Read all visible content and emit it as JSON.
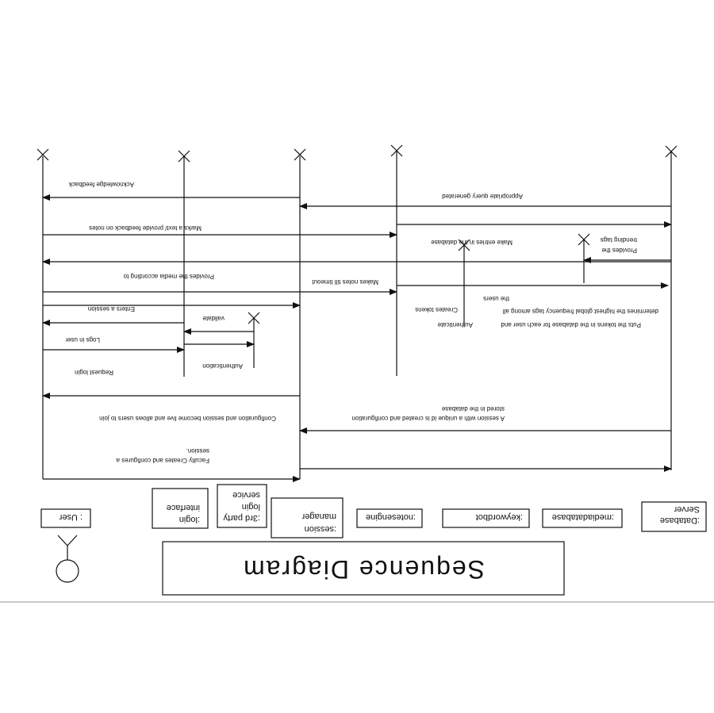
{
  "diagram": {
    "title": "Sequence Diagram",
    "participants": [
      {
        "label": ":Database Server"
      },
      {
        "label": ":mediadatabase"
      },
      {
        "label": ":keywordbot"
      },
      {
        "label": ":notesengine"
      },
      {
        "label": ":session manager"
      },
      {
        "label": ":3rd party login service"
      },
      {
        "label": ":login interface"
      },
      {
        "label": ": User"
      }
    ],
    "messages": [
      {
        "text": "Faculty Creates and configures a session."
      },
      {
        "text": "A session with a unique id is created and configuration stored in the database"
      },
      {
        "text": "Configuration and session become live and allows users to join"
      },
      {
        "text": "Request login"
      },
      {
        "text": "Authentication"
      },
      {
        "text": "validate"
      },
      {
        "text": "Logs in user"
      },
      {
        "text": "Enters a session"
      },
      {
        "text": "Makes notes till timeout"
      },
      {
        "text": "Provides the media according to"
      },
      {
        "text": "Marks a text/ provide feedback on notes"
      },
      {
        "text": "Acknowledge feedback"
      },
      {
        "text": "Authenticate"
      },
      {
        "text": "Creates tokens"
      },
      {
        "text": "Puts the tokens in the database for each user and determines the highest global frequency tags among all the users"
      },
      {
        "text": "Make entries in the database"
      },
      {
        "text": "Provides the trending tags"
      },
      {
        "text": "Appropriate query generated"
      }
    ]
  }
}
